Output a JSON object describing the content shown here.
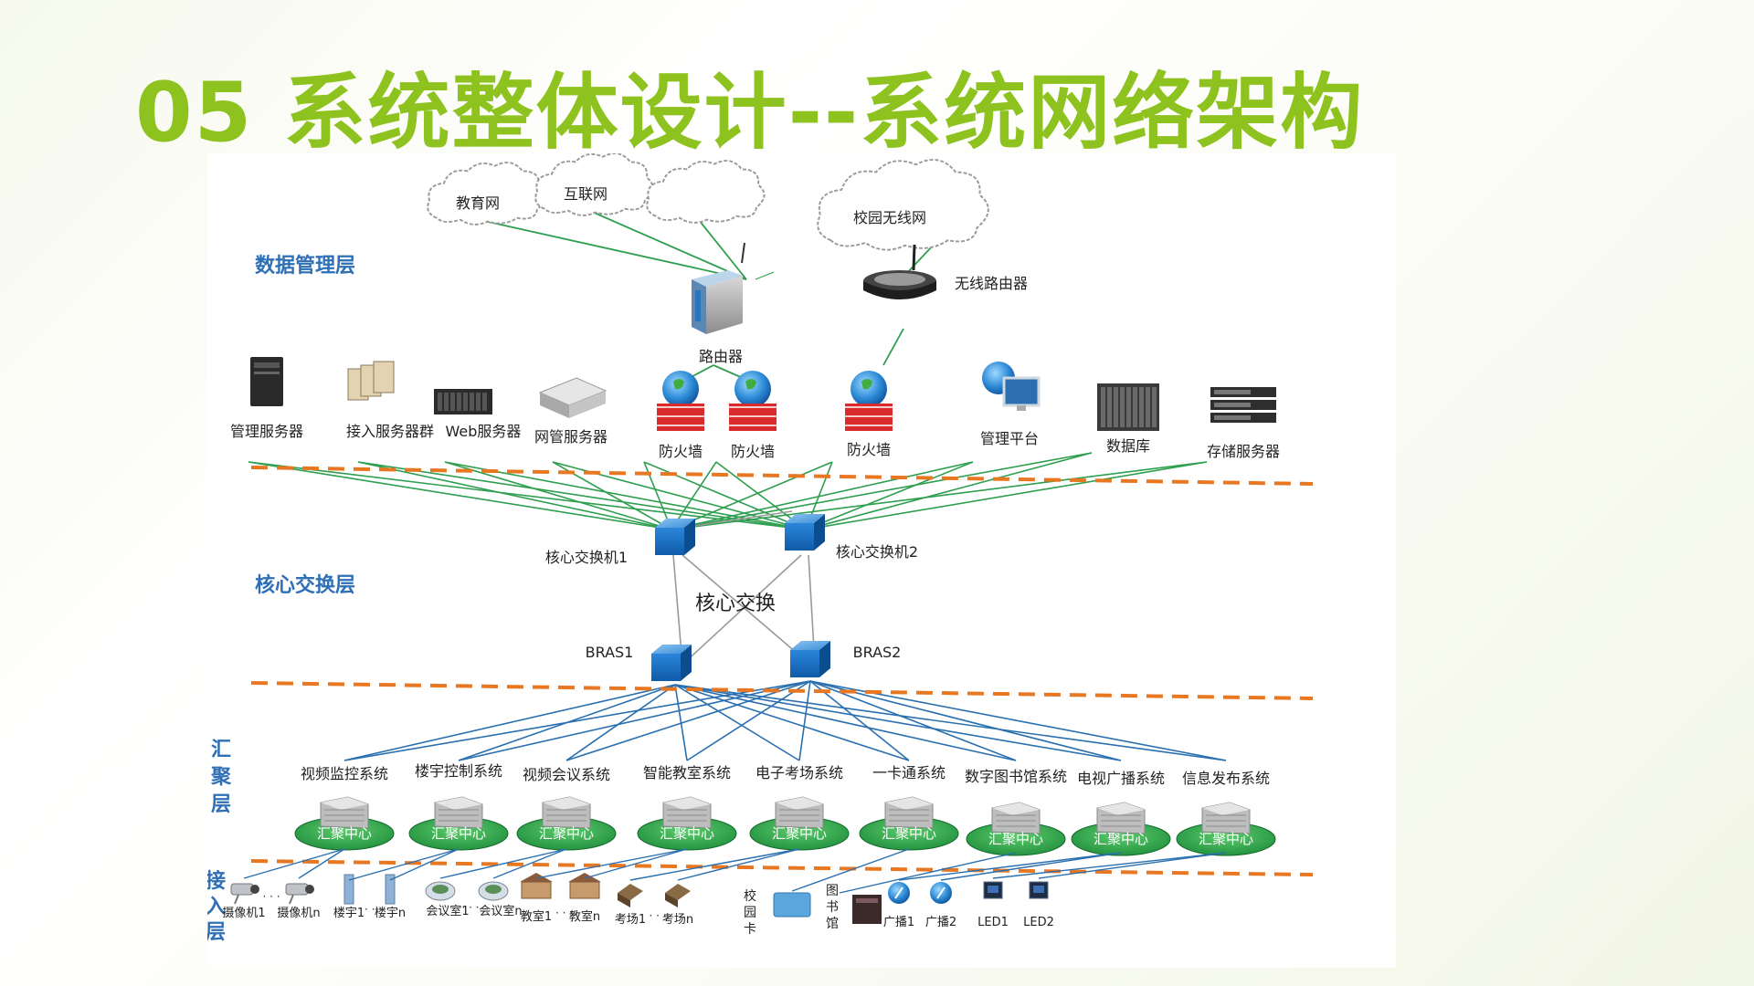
{
  "title": "05 系统整体设计--系统网络架构",
  "colors": {
    "title": "#8dc21f",
    "layer_label": "#2e6fb5",
    "green_link": "#2e9e4f",
    "blue_link": "#2a6fb0",
    "divider": "#e87722",
    "switch": "#1a73c9"
  },
  "layers": {
    "data": "数据管理层",
    "core": "核心交换层",
    "aggregation": "汇聚层",
    "access": "接入层"
  },
  "clouds": [
    {
      "label": "教育网"
    },
    {
      "label": "互联网"
    },
    {
      "label": ""
    },
    {
      "label": "校园无线网"
    }
  ],
  "router": {
    "label": "路由器",
    "icon": "router-icon"
  },
  "wireless_router": {
    "label": "无线路由器",
    "icon": "wireless-router-icon"
  },
  "servers": [
    {
      "label": "管理服务器",
      "icon": "tower-server-icon"
    },
    {
      "label": "接入服务器群",
      "icon": "server-cluster-icon"
    },
    {
      "label": "Web服务器",
      "icon": "rack-server-icon"
    },
    {
      "label": "网管服务器",
      "icon": "network-server-icon"
    },
    {
      "label": "防火墙",
      "icon": "firewall-icon"
    },
    {
      "label": "防火墙",
      "icon": "firewall-icon"
    },
    {
      "label": "防火墙",
      "icon": "firewall-icon"
    },
    {
      "label": "管理平台",
      "icon": "monitor-globe-icon"
    },
    {
      "label": "数据库",
      "icon": "blade-server-icon"
    },
    {
      "label": "存储服务器",
      "icon": "storage-server-icon"
    }
  ],
  "core": {
    "switch1": "核心交换机1",
    "switch2": "核心交换机2",
    "center": "核心交换",
    "bras1": "BRAS1",
    "bras2": "BRAS2"
  },
  "systems": [
    {
      "label": "视频监控系统",
      "hub": "汇聚中心"
    },
    {
      "label": "楼宇控制系统",
      "hub": "汇聚中心"
    },
    {
      "label": "视频会议系统",
      "hub": "汇聚中心"
    },
    {
      "label": "智能教室系统",
      "hub": "汇聚中心"
    },
    {
      "label": "电子考场系统",
      "hub": "汇聚中心"
    },
    {
      "label": "一卡通系统",
      "hub": "汇聚中心"
    },
    {
      "label": "数字图书馆系统",
      "hub": "汇聚中心"
    },
    {
      "label": "电视广播系统",
      "hub": "汇聚中心"
    },
    {
      "label": "信息发布系统",
      "hub": "汇聚中心"
    }
  ],
  "access": [
    {
      "a": "摄像机1",
      "b": "摄像机n",
      "icon": "camera-icon"
    },
    {
      "a": "楼宇1",
      "b": "楼宇n",
      "icon": "building-icon"
    },
    {
      "a": "会议室1",
      "b": "会议室n",
      "icon": "stadium-icon"
    },
    {
      "a": "教室1",
      "b": "教室n",
      "icon": "school-icon"
    },
    {
      "a": "考场1",
      "b": "考场n",
      "icon": "exam-room-icon"
    },
    {
      "a": "校园卡",
      "b": "",
      "icon": "card-icon"
    },
    {
      "a": "图书馆",
      "b": "",
      "icon": "library-server-icon"
    },
    {
      "a": "广播1",
      "b": "广播2",
      "icon": "broadcast-icon"
    },
    {
      "a": "LED1",
      "b": "LED2",
      "icon": "led-icon"
    }
  ],
  "ellipsis": "…",
  "ellipsis3": "· · ·"
}
